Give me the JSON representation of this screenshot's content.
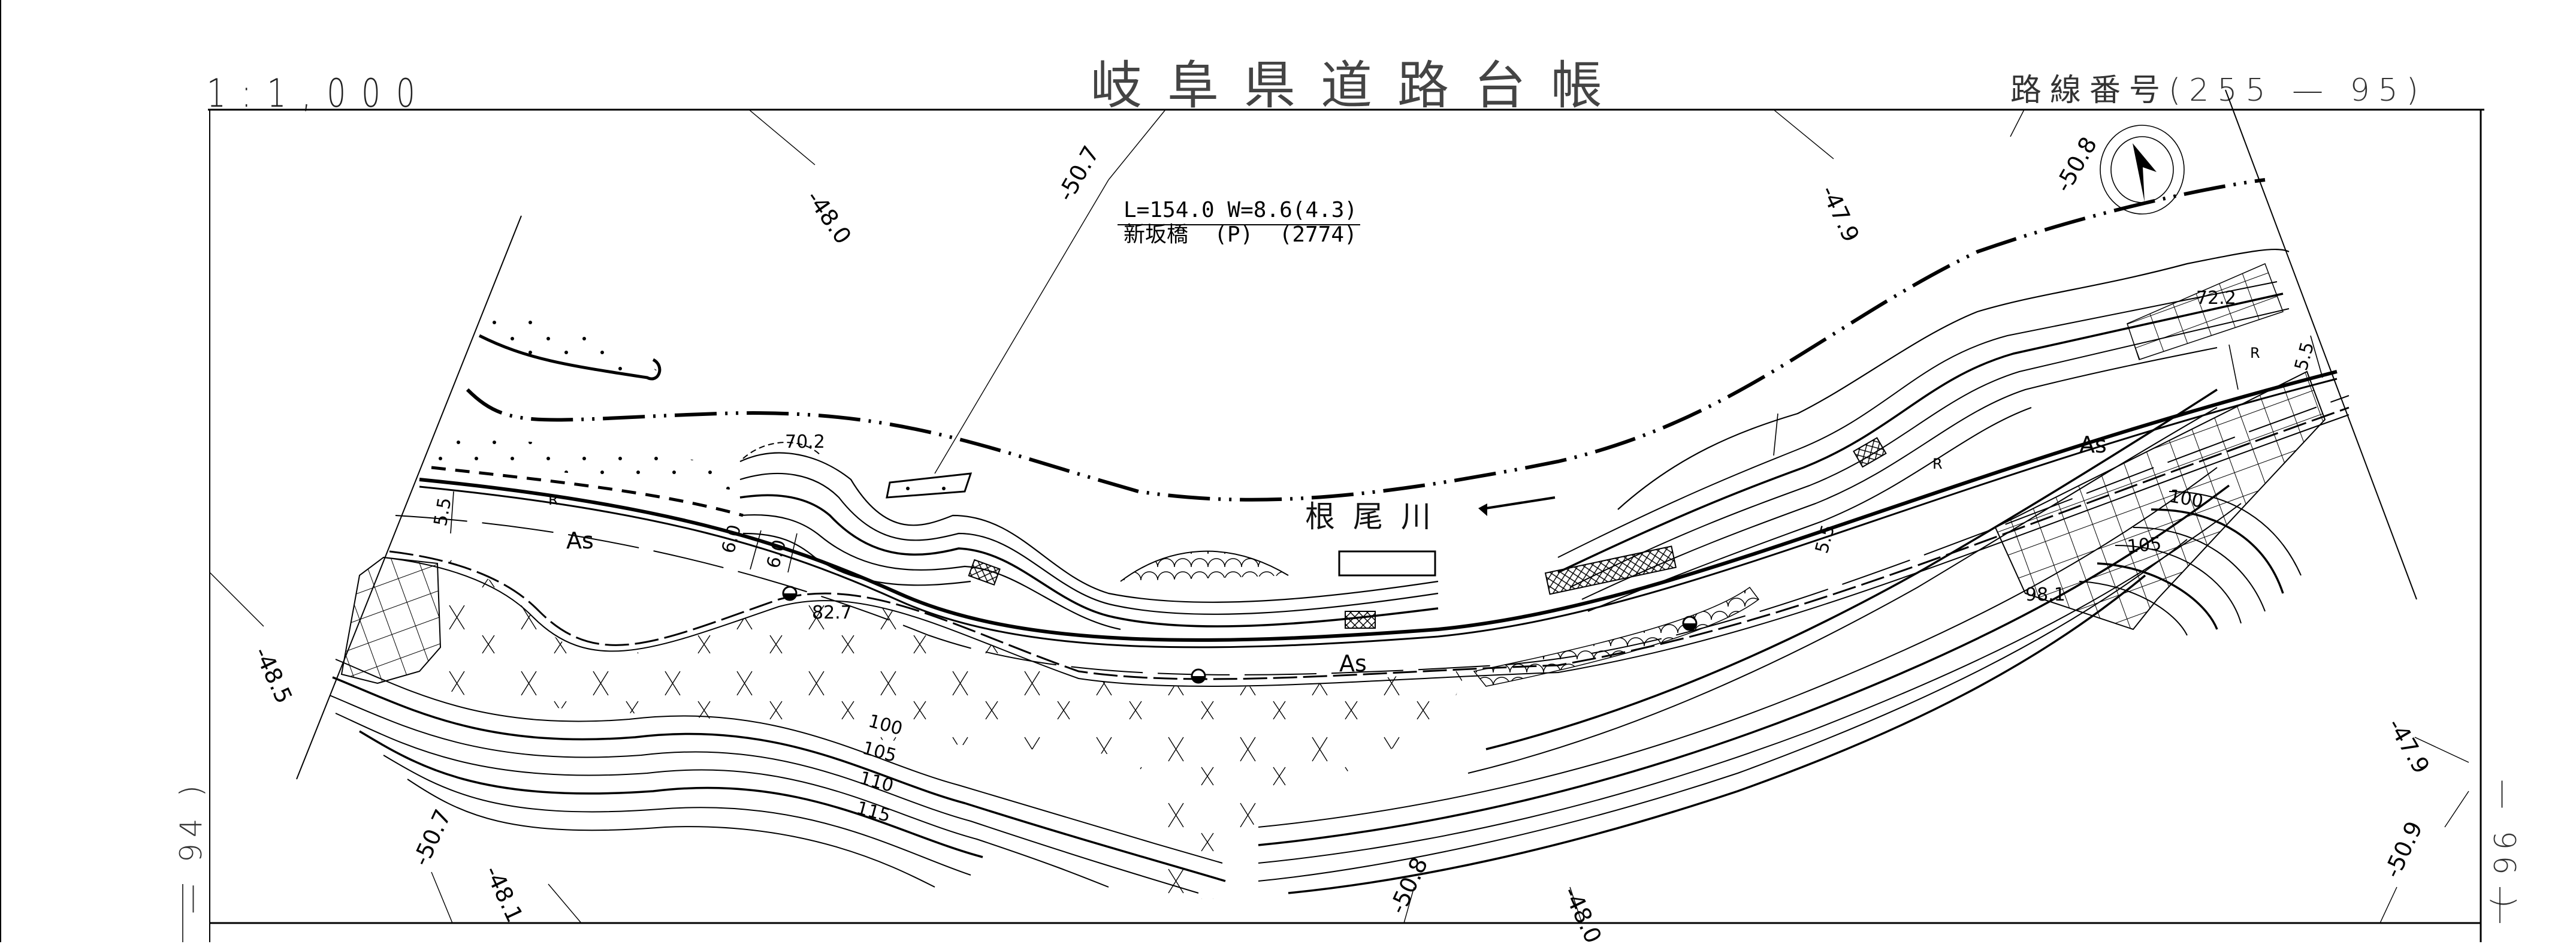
{
  "sheet": {
    "scale": "1:1,000",
    "title": "岐阜県道路台帳",
    "route_number_label": "路線番号(255 — 95)",
    "adjacent_sheet_left": "— 94 )",
    "adjacent_sheet_right": "— 96 )"
  },
  "bridge": {
    "dimensions": "L=154.0 W=8.6(4.3)",
    "name_line": "新坂橋  (P)  (2774)"
  },
  "river": {
    "name": "根尾川"
  },
  "boundary_labels": {
    "top": [
      "-48.0",
      "-50.7",
      "-47.9",
      "-50.8"
    ],
    "left": [
      "-48.5"
    ],
    "right": [
      "-47.9"
    ],
    "bottom": [
      "-50.7",
      "-48.1",
      "-50.8",
      "-48.0",
      "-50.9"
    ]
  },
  "elevation_points": [
    "70.2",
    "82.7",
    "72.2",
    "98.1"
  ],
  "contour_labels": [
    "100",
    "105",
    "110",
    "115",
    "100",
    "105"
  ],
  "road": {
    "surface_labels": [
      "As",
      "As",
      "As"
    ],
    "widths": [
      "5.5",
      "6.0",
      "6.0",
      "5.5",
      "5.5"
    ],
    "retaining_marks": [
      "R",
      "R",
      "R"
    ]
  },
  "north_arrow": "north-arrow-icon",
  "colors": {
    "ink": "#000000",
    "paper": "#ffffff",
    "header_text": "#444444"
  }
}
